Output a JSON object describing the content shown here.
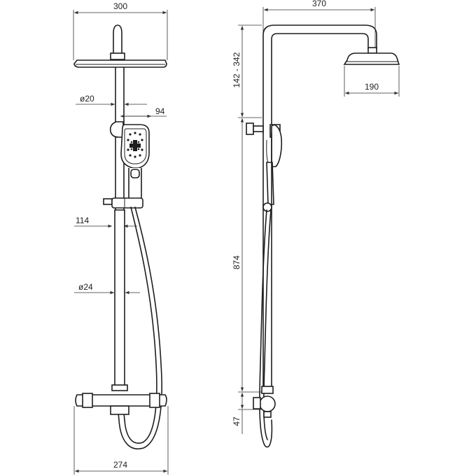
{
  "drawing": {
    "front_view": {
      "dimensions": {
        "head_width": "300",
        "pipe_diameter_upper": "ø20",
        "hand_shower_width": "94",
        "pipe_offset": "114",
        "pipe_diameter_lower": "ø24",
        "mixer_width": "274"
      }
    },
    "side_view": {
      "dimensions": {
        "arm_reach": "370",
        "height_adjust": "142 - 342",
        "head_diameter": "190",
        "pipe_length": "874",
        "mixer_height": "47"
      }
    },
    "colors": {
      "line": "#1e1e1e",
      "background": "#ffffff"
    }
  }
}
